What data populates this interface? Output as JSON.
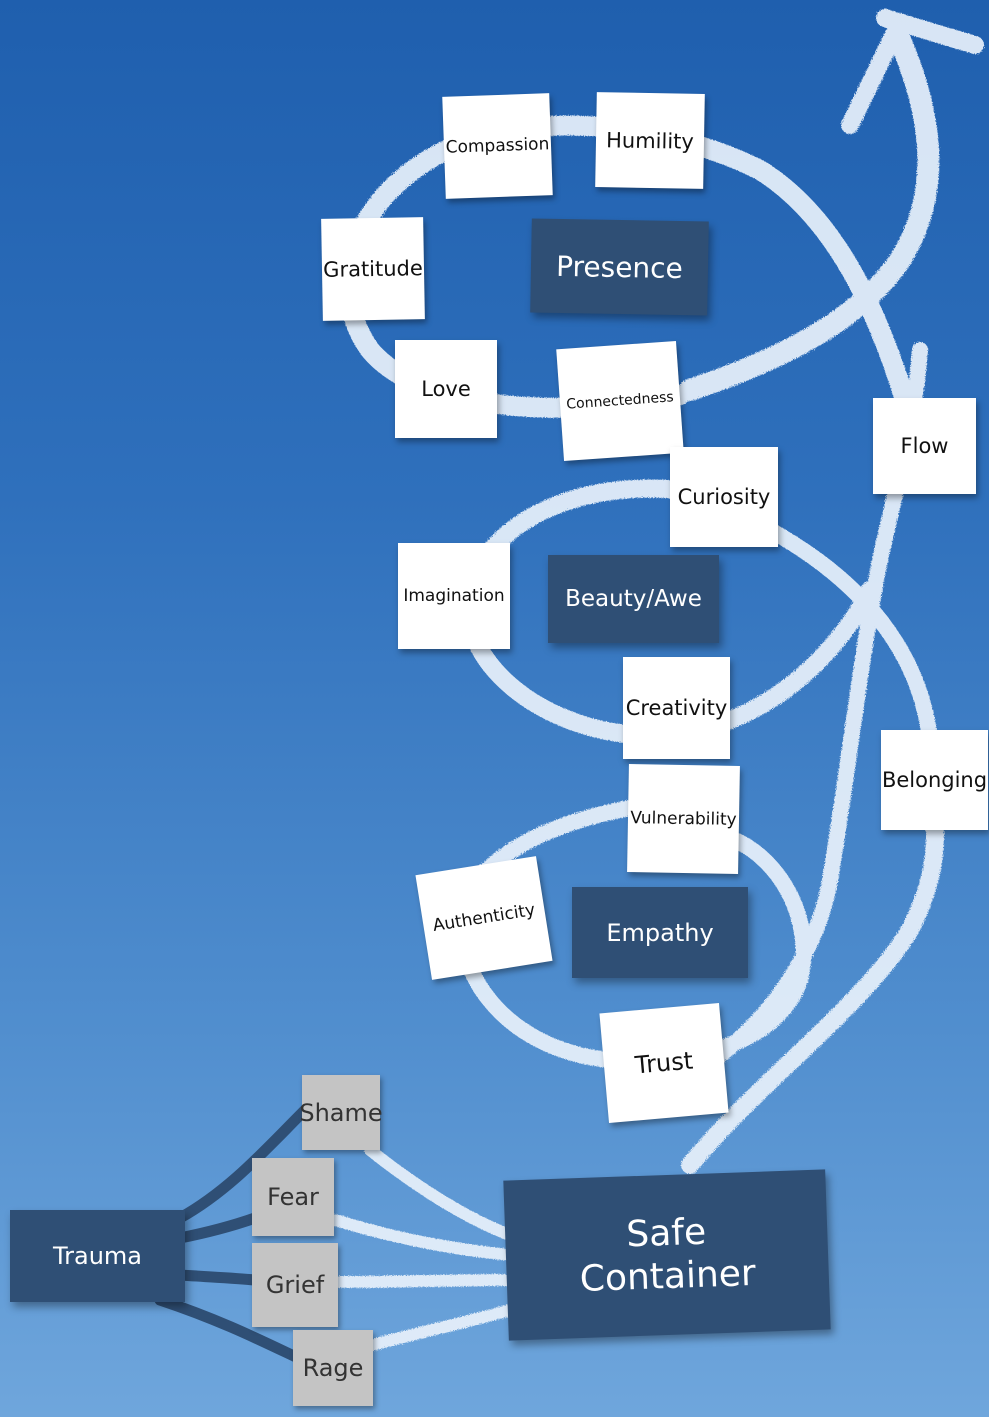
{
  "diagram": {
    "labels": {
      "compassion": "Compassion",
      "humility": "Humility",
      "gratitude": "Gratitude",
      "presence": "Presence",
      "love": "Love",
      "connectedness": "Connectedness",
      "flow": "Flow",
      "curiosity": "Curiosity",
      "imagination": "Imagination",
      "beauty_awe": "Beauty/Awe",
      "creativity": "Creativity",
      "belonging": "Belonging",
      "vulnerability": "Vulnerability",
      "authenticity": "Authenticity",
      "empathy": "Empathy",
      "trust": "Trust",
      "shame": "Shame",
      "fear": "Fear",
      "grief": "Grief",
      "rage": "Rage",
      "trauma": "Trauma",
      "safe_container_line1": "Safe",
      "safe_container_line2": "Container"
    },
    "colors": {
      "background_top": "#1f5fae",
      "background_bottom": "#6fa6dc",
      "dark_box": "#2f4f75",
      "note": "#ffffff",
      "grey_note": "#c4c4c4",
      "chalk": "#e8f1fb"
    }
  }
}
